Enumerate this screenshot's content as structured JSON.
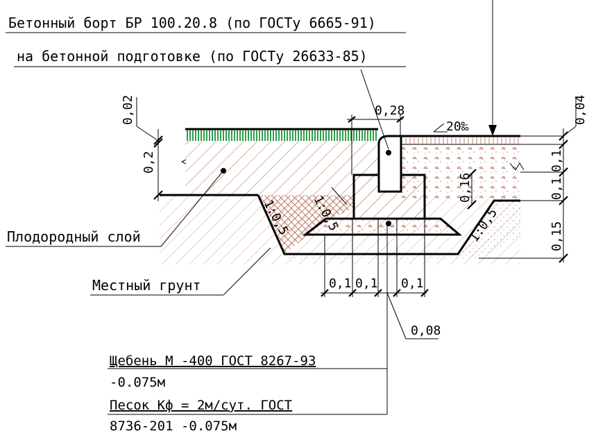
{
  "labels": {
    "curb_line1": "Бетонный борт БР 100.20.8 (по ГОСТу 6665-91)",
    "curb_line2": "на бетонной подготовке (по ГОСТу 26633-85)",
    "fertile_layer": "Плодородный слой",
    "local_soil": "Местный грунт",
    "gravel_line1": "Щебень М -400 ГОСТ 8267-93",
    "gravel_line2": "-0.075м",
    "sand_line1": "Песок   Кф = 2м/сут.  ГОСТ",
    "sand_line2": "8736-201  -0.075м"
  },
  "dimensions": {
    "d_002": "0,02",
    "d_02": "0,2",
    "d_028": "0,28",
    "d_slope": "20‰",
    "d_004": "0,04",
    "d_01a": "0,1",
    "d_01b": "0,1",
    "d_016": "0,16",
    "d_015": "0,15",
    "d_105a": "1:0,5",
    "d_105b": "1:0,5",
    "d_105c": "1:0,5",
    "d_bottom1": "0,1",
    "d_bottom2": "0,1",
    "d_bottom3": "0,1",
    "d_008": "0,08"
  },
  "colors": {
    "grass": "#2e9e4a",
    "soil_hatch": "#b5654f",
    "sand_dots": "#a08a80",
    "ink": "#000000"
  }
}
